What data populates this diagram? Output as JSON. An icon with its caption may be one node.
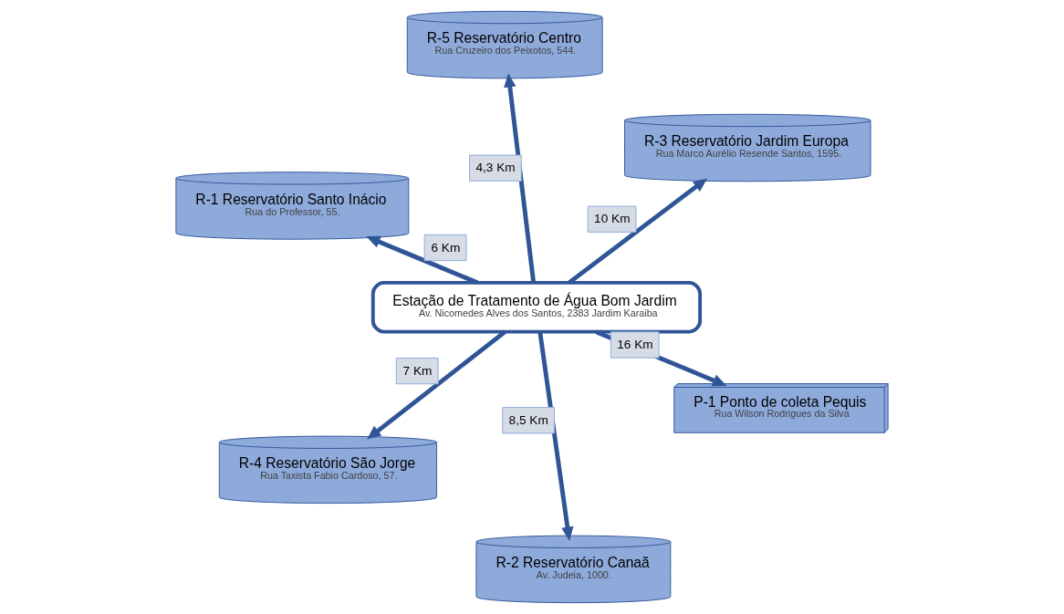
{
  "diagram": {
    "nodes": [
      {
        "text": [
          "R-1 Reservatório Santo Inácio",
          "Rua do Professor, 55."
        ]
      },
      {
        "text": [
          "P-1 Ponto de coleta Pequis",
          "Rua Wilson Rodrigues da Silva"
        ]
      },
      {
        "text": [
          "R-2 Reservatório Canaã",
          "Av. Judeia, 1000."
        ]
      },
      {
        "text": [
          "Estação de Tratamento de Água Bom Jardim",
          "Av. Nicomedes Alves dos Santos, 2383 Jardim Karaiba"
        ]
      },
      {
        "text": [
          "R-3 Reservatório Jardim Europa",
          "Rua Marco Aurélio Resende Santos, 1595."
        ]
      },
      {
        "text": [
          "R-5 Reservatório Centro",
          "Rua Cruzeiro dos Peixotos, 544."
        ]
      },
      {
        "text": [
          "R-4 Reservatório São Jorge",
          "Rua Taxista Fabio Cardoso, 57."
        ]
      }
    ],
    "edges": [
      {
        "from": 3,
        "to": 1,
        "arrow": "to",
        "label": "16 Km"
      },
      {
        "from": 3,
        "to": 0,
        "arrow": "to",
        "label": "6 Km"
      },
      {
        "from": 3,
        "to": 2,
        "arrow": "to",
        "label": "8,5 Km"
      },
      {
        "from": 3,
        "to": 4,
        "arrow": "to",
        "label": "10 Km"
      },
      {
        "from": 3,
        "to": 6,
        "arrow": "to",
        "label": "7 Km"
      },
      {
        "from": 3,
        "to": 5,
        "arrow": "to",
        "label": "4,3 Km"
      }
    ]
  }
}
